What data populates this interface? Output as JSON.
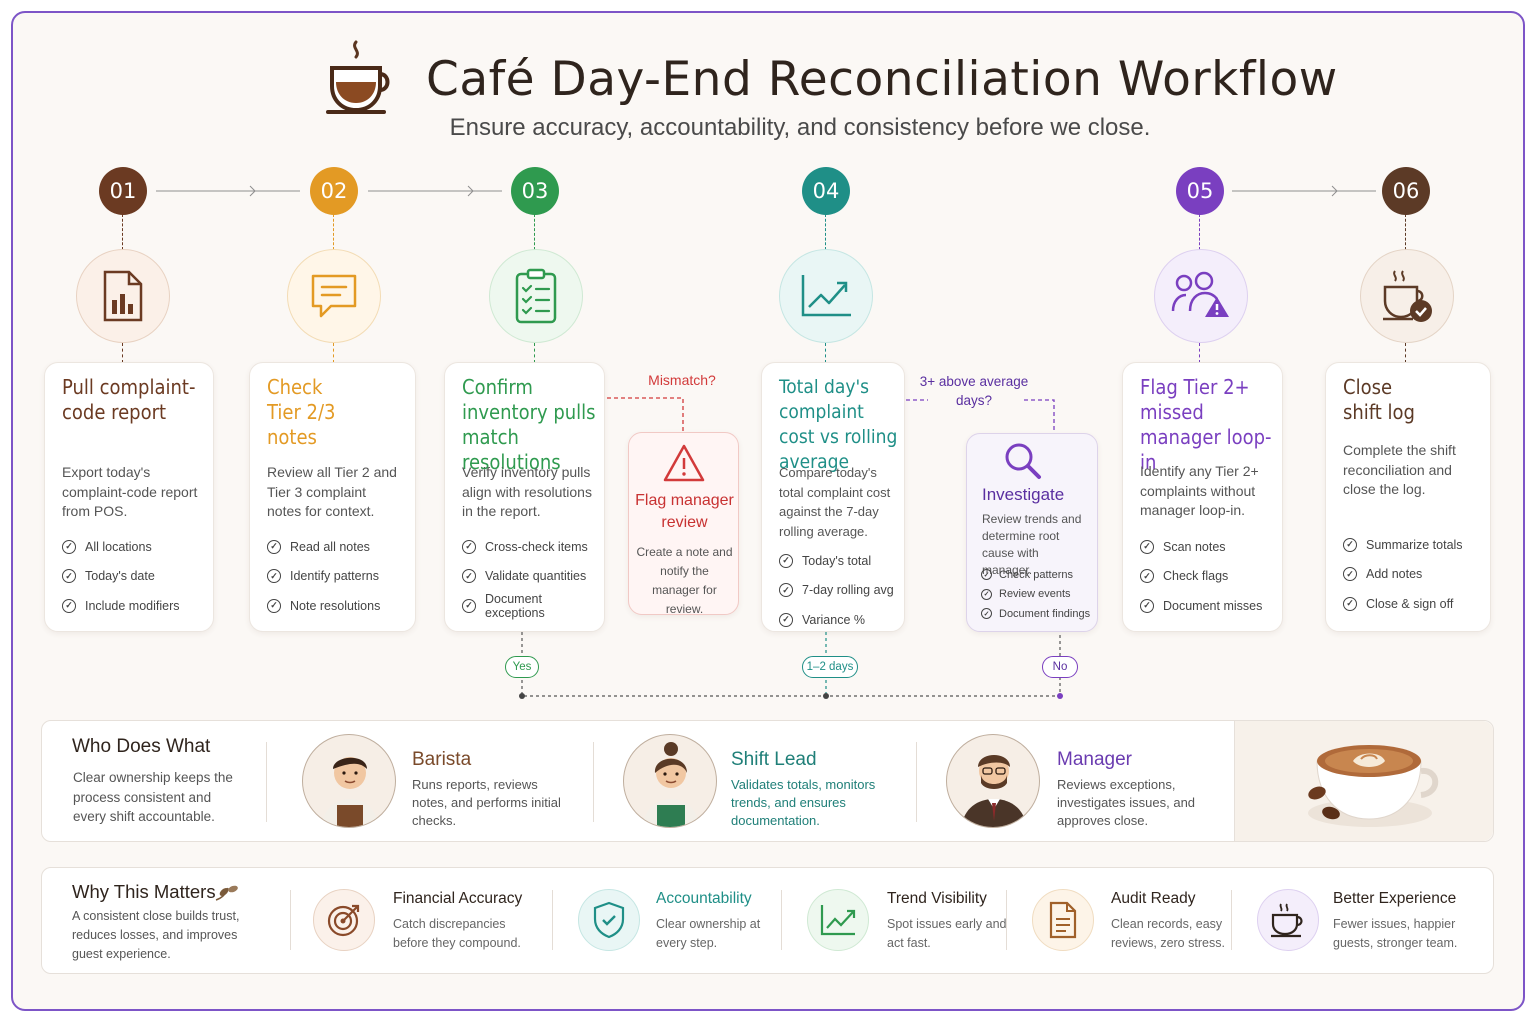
{
  "header": {
    "title": "Café Day-End Reconciliation Workflow",
    "subtitle": "Ensure accuracy, accountability, and consistency before we close."
  },
  "steps": [
    {
      "num": "01",
      "color": "#6b3a22",
      "title": "Pull complaint-code report",
      "desc": "Export today's complaint-code report from POS.",
      "checks": [
        "All locations",
        "Today's date",
        "Include modifiers"
      ],
      "icon": "report-chart-icon"
    },
    {
      "num": "02",
      "color": "#e39a24",
      "title": "Check Tier 2/3 notes",
      "desc": "Review all Tier 2 and Tier 3 complaint notes for context.",
      "checks": [
        "Read all notes",
        "Identify patterns",
        "Note resolutions"
      ],
      "icon": "chat-note-icon"
    },
    {
      "num": "03",
      "color": "#2f9a4f",
      "title": "Confirm inventory pulls match resolutions",
      "desc": "Verify inventory pulls align with resolutions in the report.",
      "checks": [
        "Cross-check items",
        "Validate quantities",
        "Document exceptions"
      ],
      "icon": "clipboard-checklist-icon"
    },
    {
      "num": "04",
      "color": "#1f8f87",
      "title": "Total day's complaint cost vs rolling average",
      "desc": "Compare today's total complaint cost against the 7-day rolling average.",
      "checks": [
        "Today's total",
        "7-day rolling avg",
        "Variance %"
      ],
      "icon": "trend-line-icon"
    },
    {
      "num": "05",
      "color": "#7a3fc0",
      "title": "Flag Tier 2+ missed manager loop-in",
      "desc": "Identify any Tier 2+ complaints without manager loop-in.",
      "checks": [
        "Scan notes",
        "Check flags",
        "Document misses"
      ],
      "icon": "users-warning-icon"
    },
    {
      "num": "06",
      "color": "#5c3a26",
      "title": "Close shift log",
      "desc": "Complete the shift reconciliation and close the log.",
      "checks": [
        "Summarize totals",
        "Add notes",
        "Close & sign off"
      ],
      "icon": "coffee-cup-check-icon"
    }
  ],
  "branches": {
    "mismatch": {
      "question": "Mismatch?",
      "title": "Flag manager review",
      "desc": "Create a note and notify the manager for review."
    },
    "above": {
      "question": "3+ above average days?",
      "title": "Investigate",
      "desc": "Review trends and determine root cause with manager.",
      "checks": [
        "Check patterns",
        "Review events",
        "Document findings"
      ]
    },
    "pills": {
      "yes": "Yes",
      "days": "1–2 days",
      "no": "No"
    }
  },
  "roles": {
    "heading": "Who Does What",
    "intro": "Clear ownership keeps the process consistent and every shift accountable.",
    "items": [
      {
        "name": "Barista",
        "desc": "Runs reports, reviews notes, and performs initial checks.",
        "color": "#7a4a2a"
      },
      {
        "name": "Shift Lead",
        "desc": "Validates totals, monitors trends, and ensures documentation.",
        "color": "#1f7f78"
      },
      {
        "name": "Manager",
        "desc": "Reviews exceptions, investigates issues, and approves close.",
        "color": "#6a3bb0"
      }
    ]
  },
  "why": {
    "heading": "Why This Matters",
    "intro": "A consistent close builds trust, reduces losses, and improves guest experience.",
    "items": [
      {
        "title": "Financial Accuracy",
        "desc": "Catch discrepancies before they compound.",
        "color": "#8a4a2a",
        "icon": "target-icon"
      },
      {
        "title": "Accountability",
        "desc": "Clear ownership at every step.",
        "color": "#1f8f87",
        "icon": "shield-check-icon"
      },
      {
        "title": "Trend Visibility",
        "desc": "Spot issues early and act fast.",
        "color": "#2f9a4f",
        "icon": "trend-up-icon"
      },
      {
        "title": "Audit Ready",
        "desc": "Clean records, easy reviews, zero stress.",
        "color": "#a0602a",
        "icon": "document-icon"
      },
      {
        "title": "Better Experience",
        "desc": "Fewer issues, happier guests, stronger team.",
        "color": "#6a3bb0",
        "icon": "coffee-cup-icon"
      }
    ]
  }
}
